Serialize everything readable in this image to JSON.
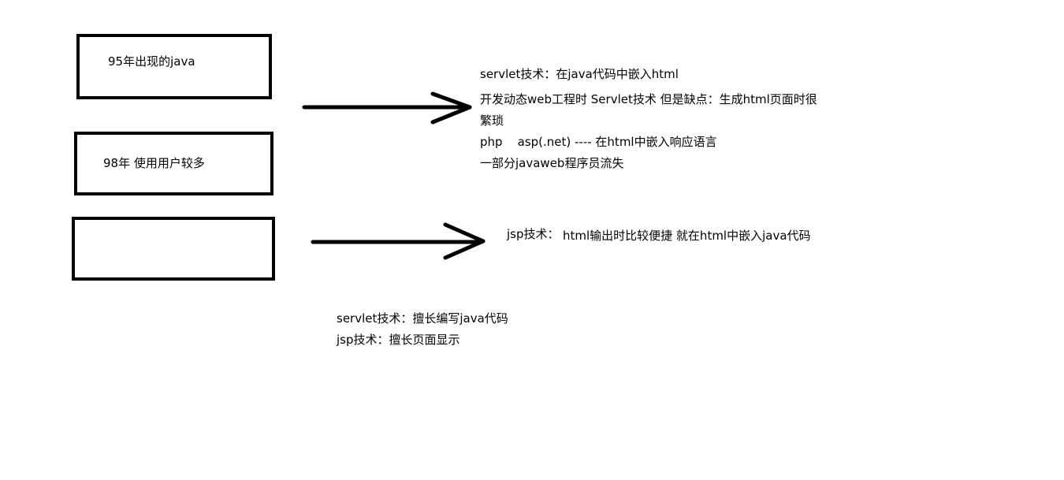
{
  "boxes": [
    {
      "label": "95年出现的java"
    },
    {
      "label": "98年 使用用户较多"
    },
    {
      "label": ""
    }
  ],
  "upper_notes": {
    "line1": "servlet技术：在java代码中嵌入html",
    "line2": "开发动态web工程时 Servlet技术 但是缺点：生成html页面时很",
    "line3": "繁琐",
    "line4": "php    asp(.net) ---- 在html中嵌入响应语言",
    "line5": "一部分javaweb程序员流失"
  },
  "jsp_note": {
    "prefix": "jsp技术：",
    "text": "html输出时比较便捷 就在html中嵌入java代码"
  },
  "summary": {
    "line1": "servlet技术：擅长编写java代码",
    "line2": "jsp技术：擅长页面显示"
  }
}
